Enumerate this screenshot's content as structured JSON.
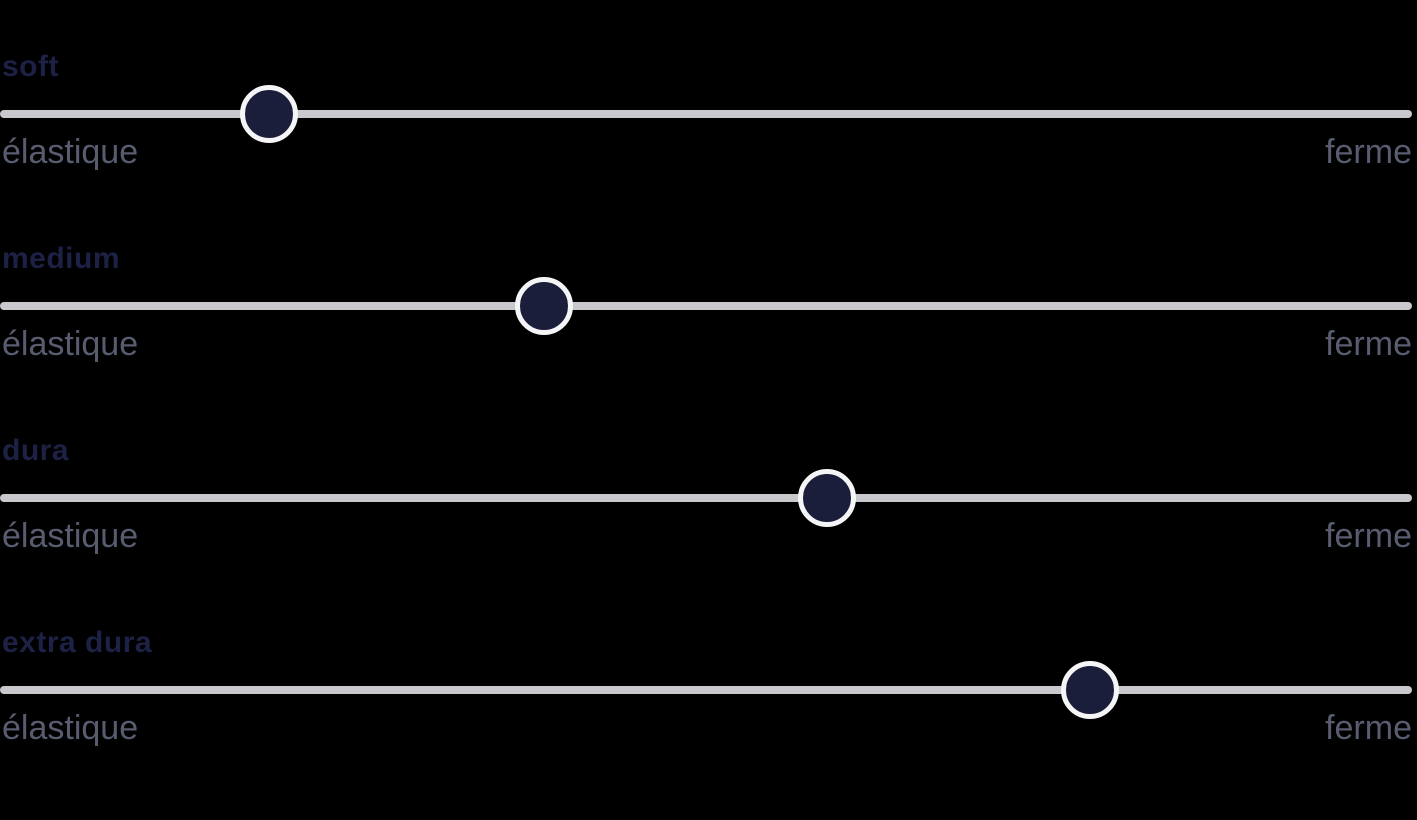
{
  "colors": {
    "background": "#000000",
    "title": "#1d2145",
    "label": "#585c6f",
    "track": "#c9c9cd",
    "thumb_fill": "#1a1e3b",
    "thumb_ring": "#f5f5f7"
  },
  "sliders": [
    {
      "name": "soft",
      "left_label": "élastique",
      "right_label": "ferme",
      "position_pct": 19.05
    },
    {
      "name": "medium",
      "left_label": "élastique",
      "right_label": "ferme",
      "position_pct": 38.5
    },
    {
      "name": "dura",
      "left_label": "élastique",
      "right_label": "ferme",
      "position_pct": 58.6
    },
    {
      "name": "extra dura",
      "left_label": "élastique",
      "right_label": "ferme",
      "position_pct": 77.2
    }
  ]
}
